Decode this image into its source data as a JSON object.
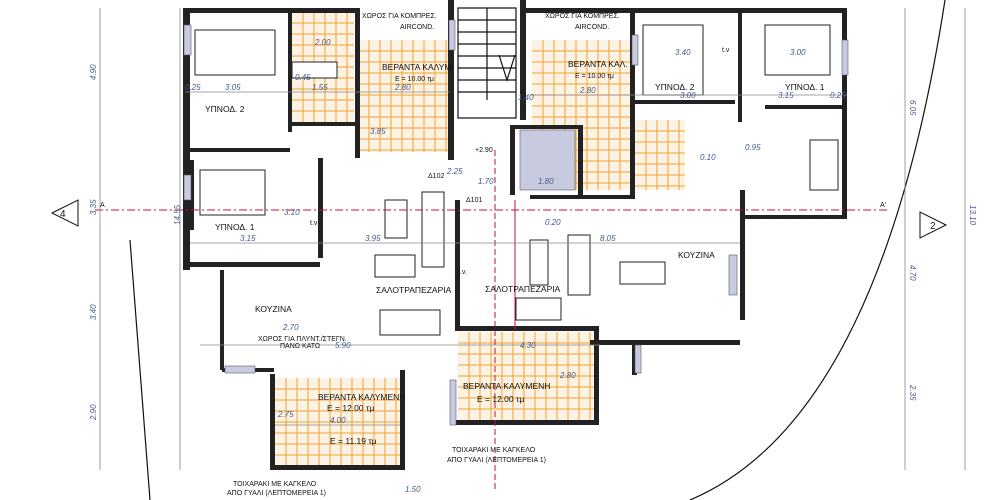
{
  "rooms": {
    "bedroom2_left": "ΥΠΝΟΔ. 2",
    "bedroom1_left": "ΥΠΝΟΔ. 1",
    "bedroom2_right": "ΥΠΝΟΔ. 2",
    "bedroom1_right": "ΥΠΝΟΔ. 1",
    "compressor_left_1": "ΧΩΡΟΣ ΓΙΑ ΚΟΜΠΡΕΣ.",
    "compressor_left_2": "AIRCOND.",
    "compressor_right_1": "ΧΩΡΟΣ ΓΙΑ ΚΟΜΠΡΕΣ.",
    "compressor_right_2": "AIRCOND.",
    "veranda_left_top": "ΒΕΡΑΝΤΑ ΚΑΛΥΜ.",
    "veranda_left_top_area": "E = 10.00 τμ",
    "veranda_right_top": "ΒΕΡΑΝΤΑ ΚΑΛ.",
    "veranda_right_top_area": "E = 10.00 τμ",
    "kitchen_left": "ΚΟΥΖΙΝΑ",
    "kitchen_right": "ΚΟΥΖΙΝΑ",
    "living_left": "ΣΑΛΟΤΡΑΠΕΖΑΡΙΑ",
    "living_right": "ΣΑΛΟΤΡΑΠΕΖΑΡΙΑ",
    "veranda_left_bottom": "ΒΕΡΑΝΤΑ ΚΑΛΥΜΕΝΗ",
    "veranda_left_bottom_area": "E = 12.00 τμ",
    "veranda_left_bottom_area2": "E = 11.19 τμ",
    "veranda_right_bottom": "ΒΕΡΑΝΤΑ ΚΑΛΥΜΕΝΗ",
    "veranda_right_bottom_area": "E = 12.00 τμ"
  },
  "notes": {
    "laundry_1": "ΧΩΡΟΣ ΓΙΑ ΠΛΥΝΤ./ΣΤΕΓΝ.",
    "laundry_2": "ΠΑΝΩ ΚΑΤΩ",
    "railing_left_1": "ΤΟΙΧΑΡΑΚΙ ΜΕ ΚΑΓΚΕΛΟ",
    "railing_left_2": "ΑΠΟ ΓΥΑΛΙ (ΛΕΠΤΟΜΕΡΕΙΑ 1)",
    "railing_right_1": "ΤΟΙΧΑΡΑΚΙ ΜΕ ΚΑΓΚΕΛΟ",
    "railing_right_2": "ΑΠΟ ΓΥΑΛΙ (ΛΕΠΤΟΜΕΡΕΙΑ 1)",
    "tv_left": "t.v",
    "tv_right": "t.v",
    "tv_mid": "t.v.",
    "level": "+2.90",
    "delta102": "Δ102",
    "delta101": "Δ101"
  },
  "sections": {
    "left_marker": "4",
    "right_marker": "2",
    "axis_left": "A",
    "axis_right": "A'"
  },
  "dimensions": {
    "d_305": "3.05",
    "d_280a": "2.80",
    "d_385": "3.85",
    "d_280b": "2.80",
    "d_300": "3.00",
    "d_315a": "3.15",
    "d_340": "3.40",
    "d_300v": "3.00",
    "d_200": "2.00",
    "d_155": "1.55",
    "d_045": "0.45",
    "d_095": "0.95",
    "d_140": "1.40",
    "d_170": "1.70",
    "d_180": "1.80",
    "d_225": "2.25",
    "d_315b": "3.15",
    "d_395": "3.95",
    "d_805": "8.05",
    "d_590": "5.90",
    "d_430": "4.30",
    "d_400": "4.00",
    "d_270": "2.70",
    "d_275": "2.75",
    "d_280c": "2.80",
    "d_150": "1.50",
    "d_310": "3.10",
    "l_490": "4.90",
    "l_335": "3.35",
    "l_1455": "14.55",
    "l_340": "3.40",
    "l_290": "2.90",
    "r_605": "6.05",
    "r_1310": "13.10",
    "r_470": "4.70",
    "r_235": "2.35",
    "d_025a": "0.25",
    "d_020": "0.20",
    "d_025b": "0.25",
    "d_010": "0.10"
  }
}
